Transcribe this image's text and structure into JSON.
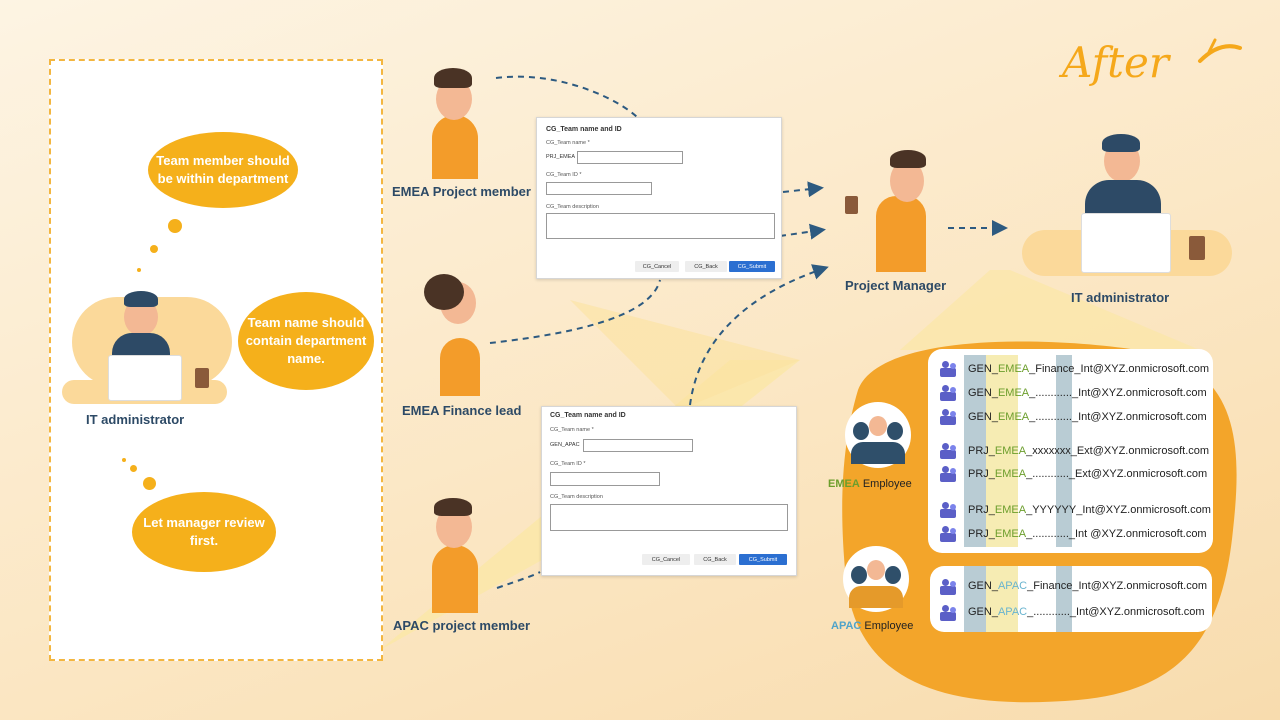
{
  "after_label": "After",
  "left": {
    "bubble_1": "Team  member should be within department",
    "bubble_2": "Team name should contain department  name.",
    "bubble_3": "Let manager review first.",
    "admin_label": "IT administrator"
  },
  "people": {
    "emea_project_member": "EMEA Project member",
    "emea_finance_lead": "EMEA Finance lead",
    "apac_project_member": "APAC project member",
    "project_manager": "Project Manager",
    "it_admin_right": "IT administrator"
  },
  "form_1": {
    "title": "CG_Team name and ID",
    "name_label": "CG_Team name *",
    "name_prefix": "PRJ_EMEA",
    "id_label": "CG_Team ID *",
    "desc_label": "CG_Team description",
    "cancel": "CG_Cancel",
    "back": "CG_Back",
    "submit": "CG_Submit"
  },
  "form_2": {
    "title": "CG_Team name and ID",
    "name_label": "CG_Team name *",
    "name_prefix": "GEN_APAC",
    "id_label": "CG_Team ID *",
    "desc_label": "CG_Team description",
    "cancel": "CG_Cancel",
    "back": "CG_Back",
    "submit": "CG_Submit"
  },
  "emea": {
    "region": "EMEA",
    "employee": "Employee",
    "rows": [
      {
        "a": "GEN_",
        "b": "EMEA",
        "c": "_Finance_Int@XYZ.onmicrosoft.com"
      },
      {
        "a": "GEN_",
        "b": "EMEA",
        "c": "_............_Int@XYZ.onmicrosoft.com"
      },
      {
        "a": "GEN_",
        "b": "EMEA",
        "c": "_............_Int@XYZ.onmicrosoft.com"
      },
      {
        "a": "PRJ_",
        "b": "EMEA",
        "c": "_xxxxxxx_Ext@XYZ.onmicrosoft.com"
      },
      {
        "a": "PRJ_",
        "b": "EMEA",
        "c": "_............_Ext@XYZ.onmicrosoft.com"
      },
      {
        "a": "PRJ_",
        "b": "EMEA",
        "c": "_YYYYYY_Int@XYZ.onmicrosoft.com"
      },
      {
        "a": "PRJ_",
        "b": "EMEA",
        "c": "_............_Int @XYZ.onmicrosoft.com"
      }
    ]
  },
  "apac": {
    "region": "APAC",
    "employee": "Employee",
    "rows": [
      {
        "a": "GEN_",
        "b": "APAC",
        "c": "_Finance_Int@XYZ.onmicrosoft.com"
      },
      {
        "a": "GEN_",
        "b": "APAC",
        "c": "_............_Int@XYZ.onmicrosoft.com"
      }
    ]
  },
  "colors": {
    "orange": "#f5b01b",
    "navy": "#2d4a66",
    "emea_green": "#6c9e2c",
    "apac_blue": "#69b4cf"
  }
}
